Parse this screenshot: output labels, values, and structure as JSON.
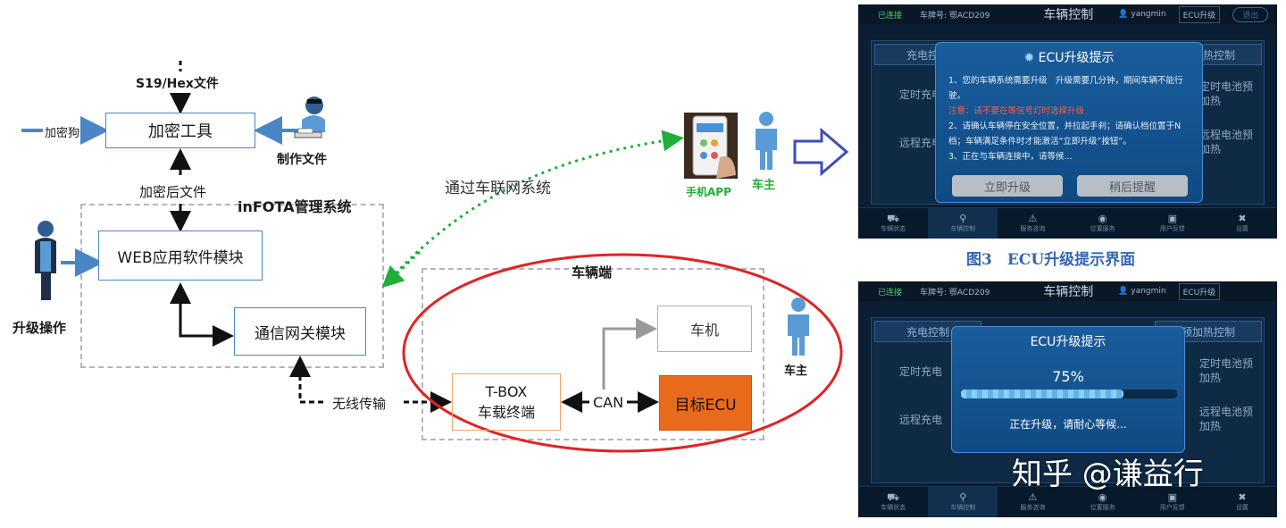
{
  "diagram": {
    "s19_file": "S19/Hex文件",
    "dongle": "加密狗",
    "encrypt_tool": "加密工具",
    "make_file": "制作文件",
    "encrypted_file": "加密后文件",
    "system_title": "inFOTA管理系统",
    "web_module": "WEB应用软件模块",
    "gateway_module": "通信网关模块",
    "upgrade_op": "升级操作",
    "via_iov": "通过车联网系统",
    "phone_app": "手机APP",
    "owner_top": "车主",
    "vehicle_side": "车辆端",
    "owner_right": "车主",
    "head_unit": "车机",
    "tbox_line1": "T-BOX",
    "tbox_line2": "车载终端",
    "can": "CAN",
    "target_ecu": "目标ECU",
    "wireless": "无线传输"
  },
  "figure_caption": "图3　ECU升级提示界面",
  "watermark": "知乎 @谦益行",
  "screen_common": {
    "connected": "已连接",
    "plate": "车牌号: 鄂ACD209",
    "title": "车辆控制",
    "user": "yangmin",
    "ecu_upgrade": "ECU升级",
    "exit": "退出",
    "tab_charge": "充电控制",
    "tab_heat": "预加热控制",
    "row_timer": "定时充电",
    "row_remote": "远程充电",
    "timer_battery": "定时电池预加热",
    "remote_battery": "远程电池预加热",
    "nav": [
      "车辆状态",
      "车辆控制",
      "服务咨询",
      "位置服务",
      "用户反馈",
      "设置"
    ]
  },
  "screen1": {
    "dialog_title": "ECU升级提示",
    "line1": "1、您的车辆系统需要升级　升级需要几分钟，期间车辆不能行驶。",
    "warning": "注意：请不要在等信号灯时选择升级",
    "line2": "2、请确认车辆停在安全位置，并拉起手刹；请确认档位置于N档；车辆满足条件时才能激活“立即升级”按钮”。",
    "line3": "3、正在与车辆连接中，请等候...",
    "btn_now": "立即升级",
    "btn_later": "稍后提醒"
  },
  "screen2": {
    "dialog_title": "ECU升级提示",
    "percent_text": "75%",
    "progress": 0.75,
    "status": "正在升级，请耐心等候..."
  }
}
